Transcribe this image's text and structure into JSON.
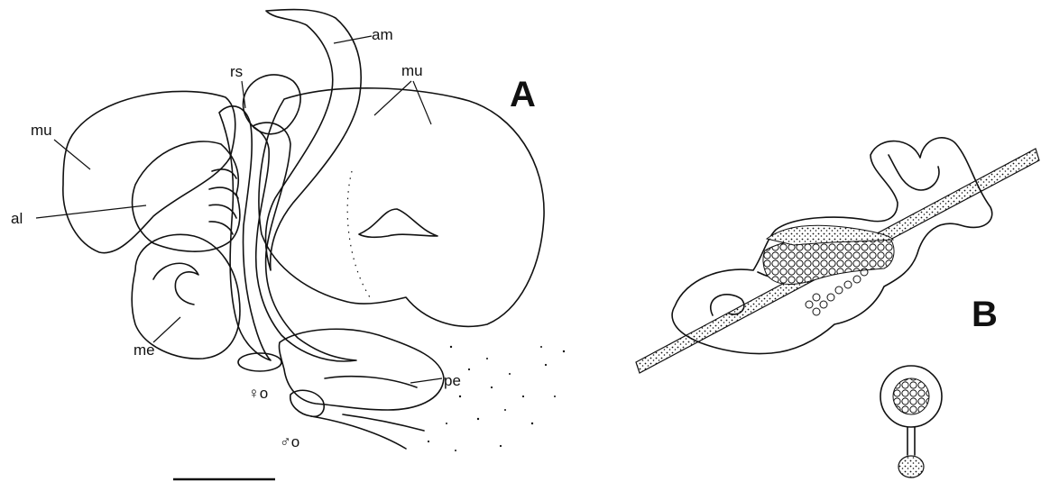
{
  "figure": {
    "panel_a": "A",
    "panel_b": "B",
    "labels": {
      "rs": "rs",
      "am": "am",
      "mu_left": "mu",
      "mu_right": "mu",
      "al": "al",
      "me": "me",
      "pe": "pe",
      "female_opening": "♀o",
      "male_opening": "♂o"
    }
  }
}
